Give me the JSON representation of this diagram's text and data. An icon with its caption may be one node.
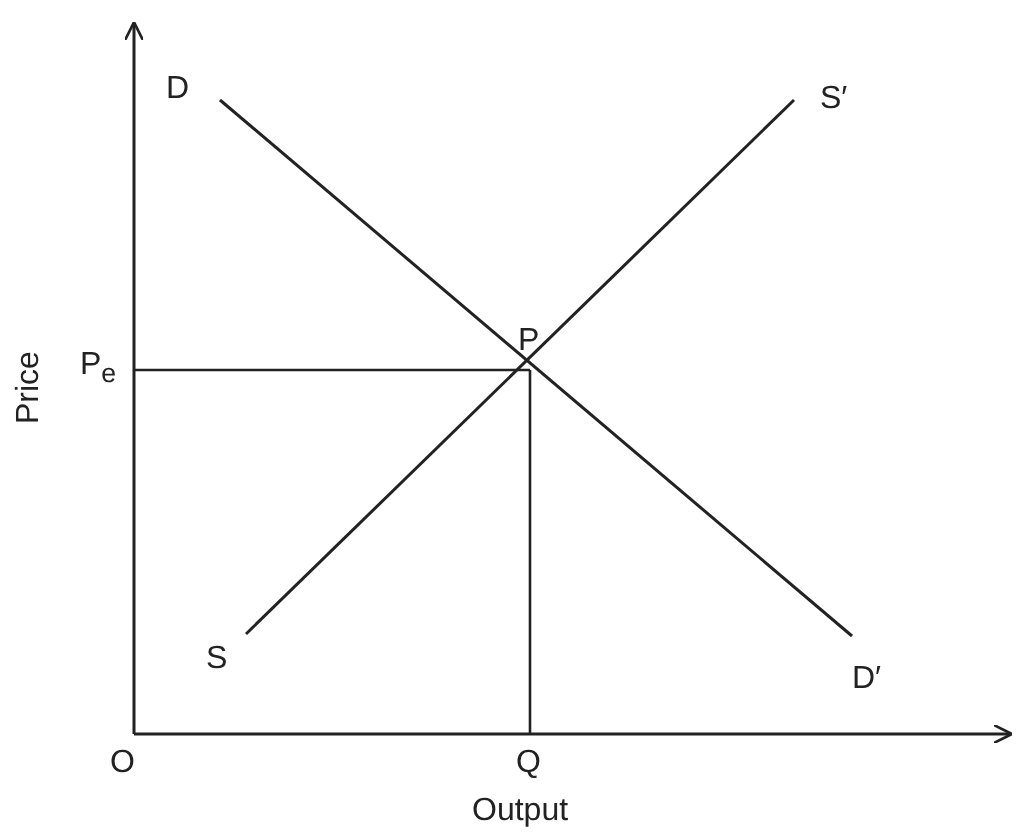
{
  "diagram": {
    "nodes": [
      {
        "text": [
          "D"
        ]
      },
      {
        "text": [
          "D′"
        ]
      },
      {
        "text": [
          "S"
        ]
      },
      {
        "text": [
          "S′"
        ]
      }
    ],
    "edges": [
      {
        "from": 0,
        "to": 1,
        "arrow": "none"
      },
      {
        "from": 2,
        "to": 3,
        "arrow": "none"
      }
    ],
    "labels": [
      "P",
      "P$_{e}$",
      "Price",
      "O",
      "Q",
      "Output"
    ]
  }
}
